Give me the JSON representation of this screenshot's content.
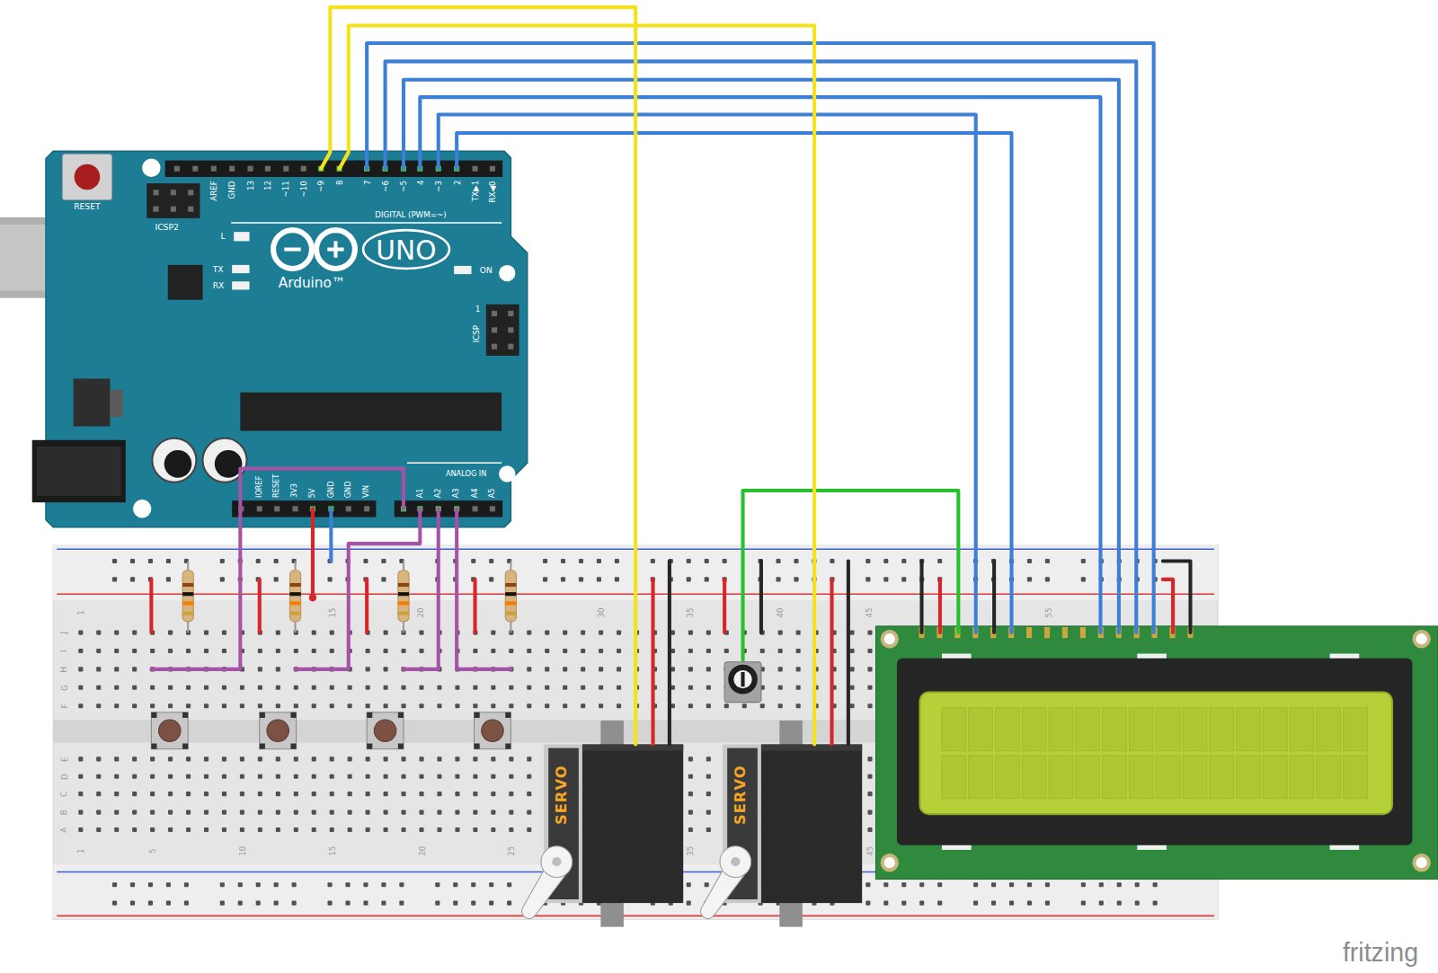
{
  "diagram": {
    "nodes": [
      {
        "text": [
          "RESET",
          "ICSP2",
          "AREF",
          "GND",
          "13",
          "12",
          "~11",
          "~10",
          "~9",
          "8",
          "7",
          "~6",
          "~5",
          "4",
          "~3",
          "2",
          "TX▶1",
          "RX◀0",
          "DIGITAL (PWM=~)",
          "L",
          "TX",
          "RX",
          "UNO",
          "Arduino™",
          "ON",
          "1",
          "ICSP",
          "IOREF",
          "RESET",
          "3V3",
          "5V",
          "GND",
          "GND",
          "VIN",
          "ANALOG IN",
          "A1",
          "A2",
          "A3",
          "A4",
          "A5"
        ]
      },
      {
        "text": [
          "SERVO"
        ]
      },
      {
        "text": [
          "SERVO"
        ]
      }
    ],
    "edges": [
      {
        "from": 0,
        "to": 1,
        "arrow": "none"
      },
      {
        "from": 0,
        "to": 2,
        "arrow": "none"
      }
    ],
    "labels": [
      "1",
      "15",
      "20",
      "30",
      "35",
      "40",
      "45",
      "55",
      "J",
      "I",
      "H",
      "G",
      "F",
      "E",
      "D",
      "C",
      "B",
      "A",
      "1",
      "5",
      "10",
      "15",
      "20",
      "25",
      "35",
      "45",
      "fritzing"
    ]
  }
}
